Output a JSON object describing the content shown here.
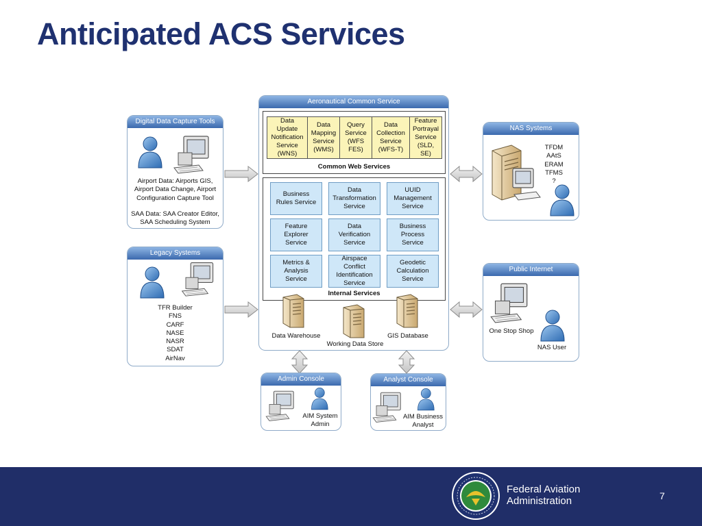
{
  "slide": {
    "title": "Anticipated ACS Services",
    "page_number": "7"
  },
  "footer": {
    "org_line1": "Federal Aviation",
    "org_line2": "Administration"
  },
  "diagram": {
    "acs": {
      "title": "Aeronautical Common Service",
      "common_web_services": {
        "label": "Common Web Services",
        "items": [
          [
            "Data",
            "Update",
            "Notification",
            "Service",
            "(WNS)"
          ],
          [
            "Data",
            "Mapping",
            "Service",
            "(WMS)"
          ],
          [
            "Query",
            "Service",
            "(WFS",
            "FES)"
          ],
          [
            "Data",
            "Collection",
            "Service",
            "(WFS-T)"
          ],
          [
            "Feature",
            "Portrayal",
            "Service",
            "(SLD,",
            "SE)"
          ]
        ]
      },
      "internal_services": {
        "label": "Internal Services",
        "items": [
          [
            "Business",
            "Rules Service"
          ],
          [
            "Data",
            "Transformation",
            "Service"
          ],
          [
            "UUID",
            "Management",
            "Service"
          ],
          [
            "Feature",
            "Explorer",
            "Service"
          ],
          [
            "Data",
            "Verification",
            "Service"
          ],
          [
            "Business",
            "Process",
            "Service"
          ],
          [
            "Metrics &",
            "Analysis",
            "Service"
          ],
          [
            "Airspace",
            "Conflict",
            "Identification",
            "Service"
          ],
          [
            "Geodetic",
            "Calculation",
            "Service"
          ]
        ]
      },
      "stores": {
        "data_warehouse": "Data Warehouse",
        "working_data_store": "Working Data Store",
        "gis_database": "GIS Database"
      }
    },
    "digital_capture": {
      "title": "Digital Data Capture Tools",
      "text1": [
        "Airport Data: Airports GIS,",
        "Airport Data Change, Airport",
        "Configuration Capture Tool"
      ],
      "text2": [
        "SAA Data: SAA Creator Editor,",
        "SAA Scheduling System"
      ]
    },
    "legacy": {
      "title": "Legacy Systems",
      "items": [
        "TFR Builder",
        "FNS",
        "CARF",
        "NASE",
        "NASR",
        "SDAT",
        "AirNav"
      ]
    },
    "nas_systems": {
      "title": "NAS Systems",
      "items": [
        "TFDM",
        "AAtS",
        "ERAM",
        "TFMS",
        "?"
      ]
    },
    "public_internet": {
      "title": "Public Internet",
      "one_stop_shop": "One Stop Shop",
      "nas_user": "NAS User"
    },
    "admin_console": {
      "title": "Admin Console",
      "user": [
        "AIM System",
        "Admin"
      ]
    },
    "analyst_console": {
      "title": "Analyst Console",
      "user": [
        "AIM Business",
        "Analyst"
      ]
    }
  },
  "colors": {
    "title": "#1f3170",
    "footer_band": "#202e68",
    "panel_header": "#3b69ad",
    "web_service_fill": "#fbf4b8",
    "internal_service_fill": "#cfe7f8"
  }
}
